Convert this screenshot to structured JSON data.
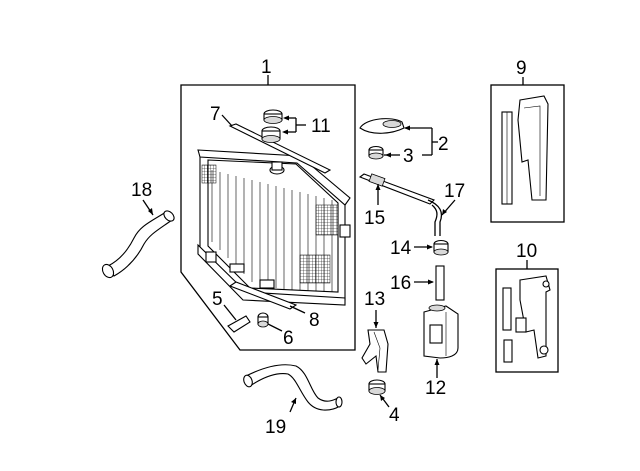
{
  "callouts": [
    {
      "id": "c1",
      "number": "1"
    },
    {
      "id": "c2",
      "number": "2"
    },
    {
      "id": "c3",
      "number": "3"
    },
    {
      "id": "c4",
      "number": "4"
    },
    {
      "id": "c5",
      "number": "5"
    },
    {
      "id": "c6",
      "number": "6"
    },
    {
      "id": "c7",
      "number": "7"
    },
    {
      "id": "c8",
      "number": "8"
    },
    {
      "id": "c9",
      "number": "9"
    },
    {
      "id": "c10",
      "number": "10"
    },
    {
      "id": "c11",
      "number": "11"
    },
    {
      "id": "c12",
      "number": "12"
    },
    {
      "id": "c13",
      "number": "13"
    },
    {
      "id": "c14",
      "number": "14"
    },
    {
      "id": "c15",
      "number": "15"
    },
    {
      "id": "c16",
      "number": "16"
    },
    {
      "id": "c17",
      "number": "17"
    },
    {
      "id": "c18",
      "number": "18"
    },
    {
      "id": "c19",
      "number": "19"
    }
  ],
  "colors": {
    "line": "#000000",
    "background": "#ffffff",
    "shade": "#d9d9d9"
  }
}
